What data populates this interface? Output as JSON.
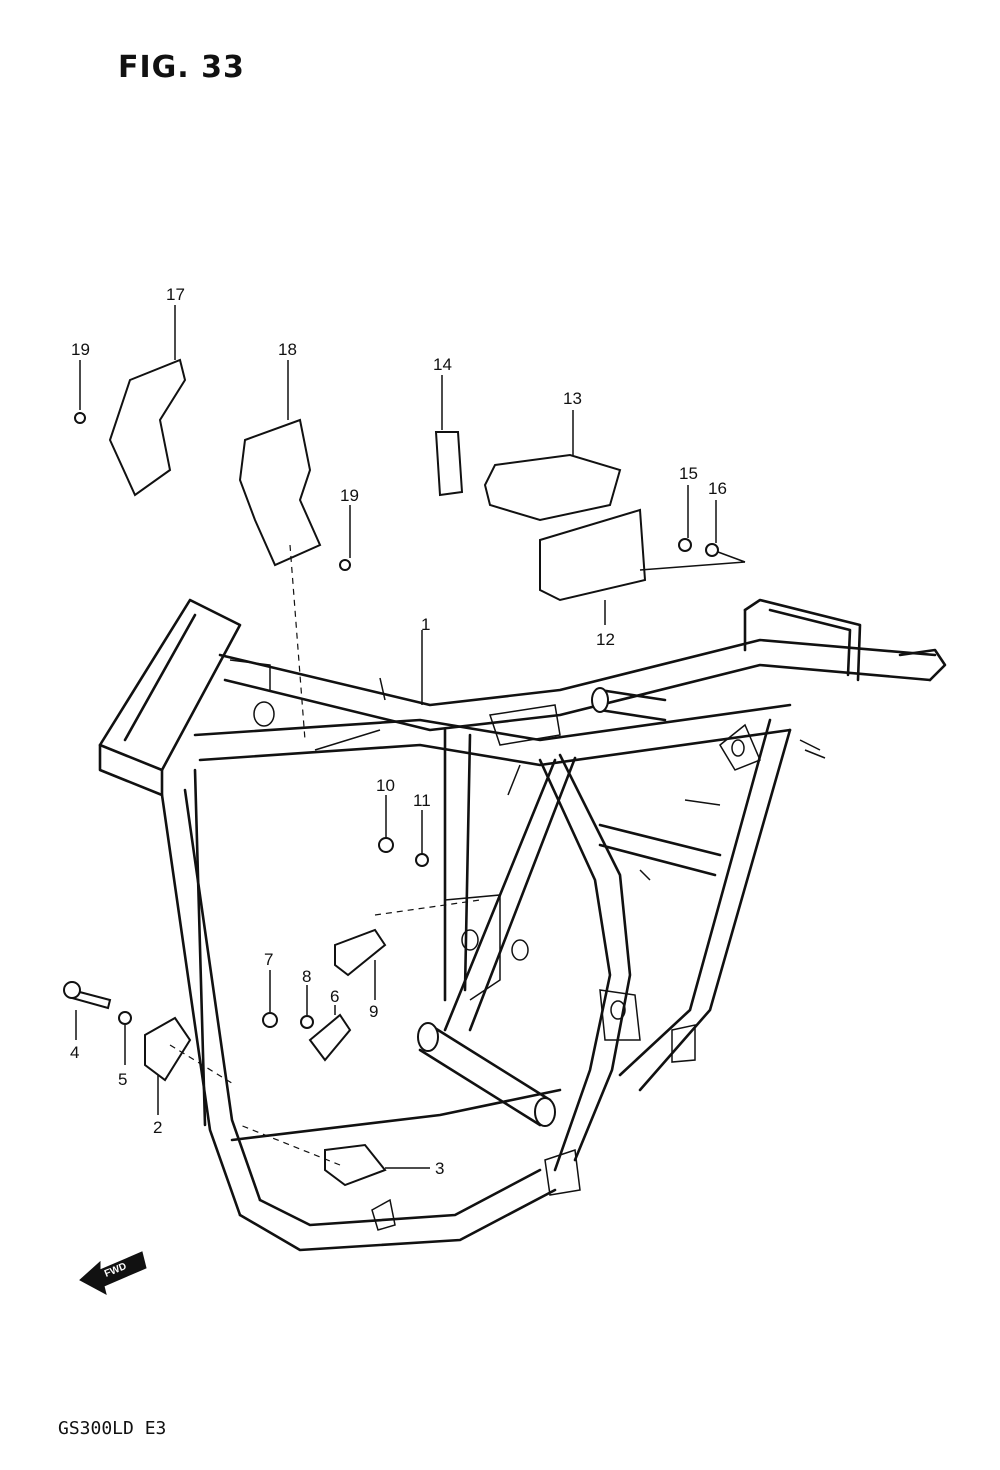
{
  "figure": {
    "title": "FIG. 33",
    "model": "GS300LD E3",
    "direction_label": "FWD"
  },
  "callouts": {
    "c1": "1",
    "c2": "2",
    "c3": "3",
    "c4": "4",
    "c5": "5",
    "c6": "6",
    "c7": "7",
    "c8": "8",
    "c9": "9",
    "c10": "10",
    "c11": "11",
    "c12": "12",
    "c13": "13",
    "c14": "14",
    "c15": "15",
    "c16": "16",
    "c17": "17",
    "c18": "18",
    "c19a": "19",
    "c19b": "19"
  }
}
